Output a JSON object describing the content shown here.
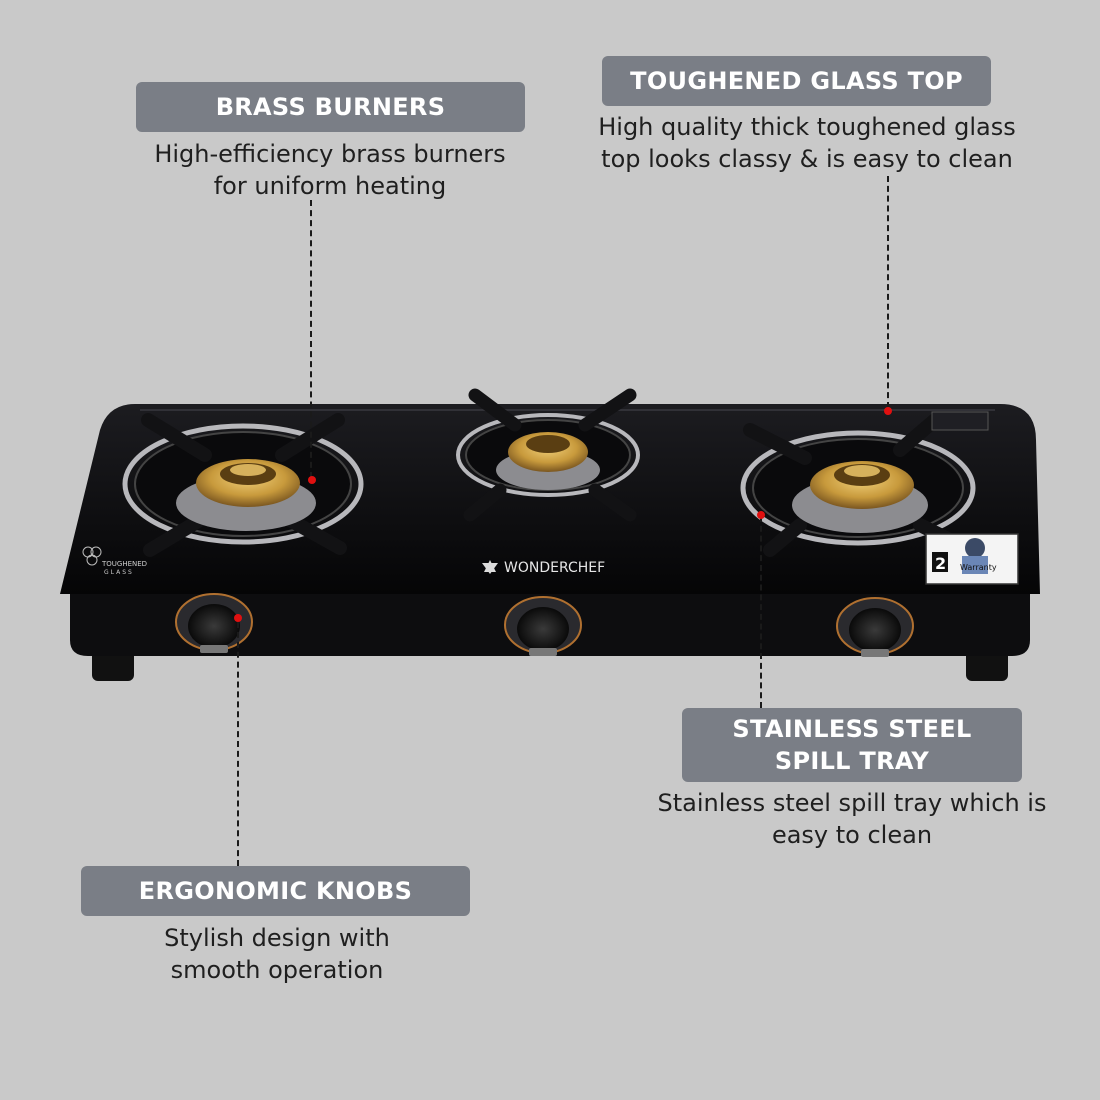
{
  "features": [
    {
      "id": "brass",
      "title": "BRASS BURNERS",
      "desc_lines": [
        "High-efficiency brass burners",
        "for uniform heating"
      ]
    },
    {
      "id": "glass",
      "title": "TOUGHENED GLASS TOP",
      "desc_lines": [
        "High quality thick toughened glass",
        "top looks classy & is easy to clean"
      ]
    },
    {
      "id": "tray",
      "title_lines": [
        "STAINLESS STEEL",
        "SPILL TRAY"
      ],
      "desc_lines": [
        "Stainless steel spill tray which is",
        "easy to clean"
      ]
    },
    {
      "id": "knobs",
      "title": "ERGONOMIC KNOBS",
      "desc_lines": [
        "Stylish design with",
        "smooth operation"
      ]
    }
  ],
  "stove": {
    "brand": "WONDERCHEF",
    "glass_badge": [
      "TOUGHENED",
      "GLASS"
    ],
    "warranty_sticker": [
      "2",
      "Warranty"
    ]
  },
  "colors": {
    "background": "#c9c9c9",
    "pill": "#7a7e86",
    "callout_dot": "#e01010",
    "glass": "#0b0b0d",
    "brass": "#c9a24a"
  }
}
